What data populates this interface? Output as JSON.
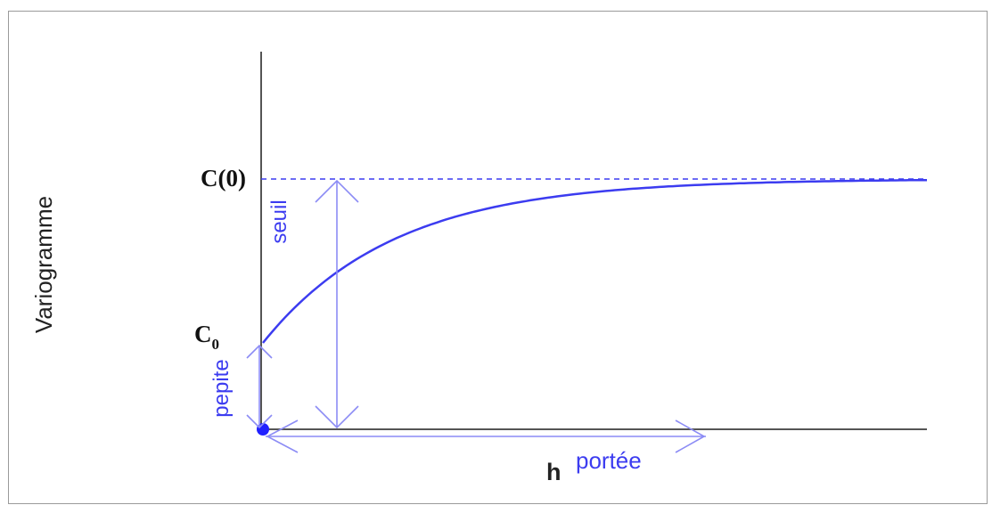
{
  "diagram": {
    "ylabel": "Variogramme",
    "xlabel": "h",
    "sill_level": "C(0)",
    "nugget_level": {
      "base": "C",
      "subscript": "0"
    },
    "annotations": {
      "sill": "seuil",
      "nugget": "pepite",
      "range": "portée"
    },
    "colors": {
      "frame": "#7f7f7f",
      "axis": "#555555",
      "accent": "#3c3cf0",
      "arrow": "#8c8cf5",
      "text": "#111111"
    }
  }
}
